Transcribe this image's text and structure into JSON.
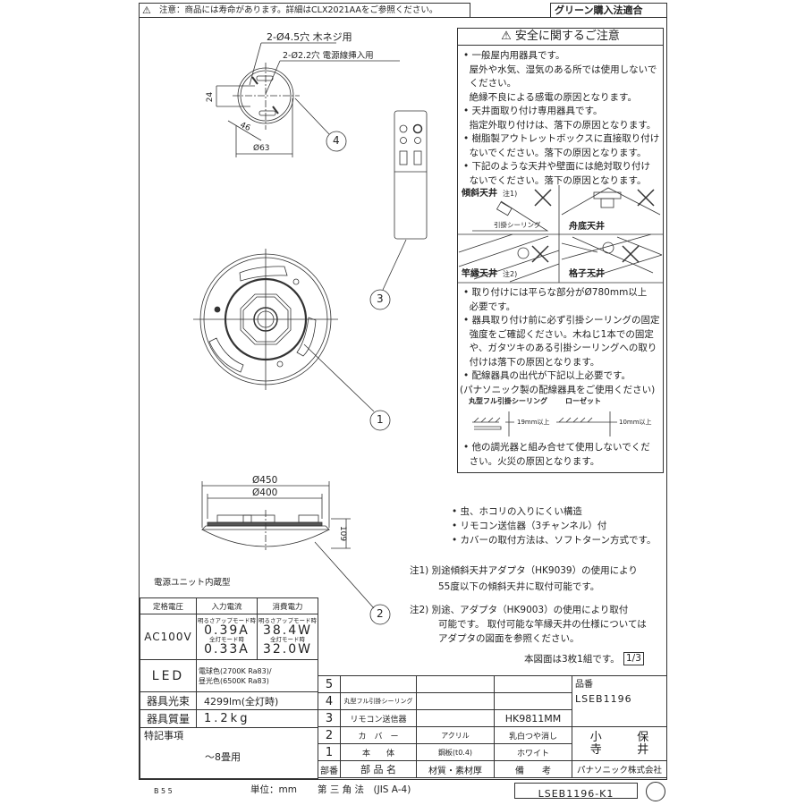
{
  "header": {
    "notice": "注意：商品には寿命があります。詳細はCLX2021AAをご参照ください。",
    "green_label": "グリーン購入法適合"
  },
  "drawing": {
    "hole_label_1": "2-Ø4.5穴 木ネジ用",
    "hole_label_2": "2-Ø2.2穴 電源線挿入用",
    "dim_24": "24",
    "dim_46": "46",
    "dim_63": "Ø63",
    "dim_450": "Ø450",
    "dim_400": "Ø400",
    "dim_109": "109",
    "callouts": [
      "1",
      "2",
      "3",
      "4"
    ]
  },
  "safety": {
    "title": "安全に関するご注意",
    "lines_top": [
      "• 一般屋内用器具です。",
      "  屋外や水気、湿気のある所では使用しないで",
      "  ください。",
      "  絶縁不良による感電の原因となります。",
      "• 天井面取り付け専用器具です。",
      "  指定外取り付けは、落下の原因となります。",
      "• 樹脂製アウトレットボックスに直接取り付け",
      "  ないでください。落下の原因となります。",
      "• 下記のような天井や壁面には絶対取り付け",
      "  ないでください。落下の原因となります。"
    ],
    "ceilings": [
      {
        "name": "傾斜天井",
        "note": "注1)",
        "sub": "引掛シーリング"
      },
      {
        "name": "舟底天井",
        "note": "",
        "sub": ""
      },
      {
        "name": "竿縁天井",
        "note": "注2)",
        "sub": ""
      },
      {
        "name": "格子天井",
        "note": "",
        "sub": ""
      }
    ],
    "lines_bottom": [
      "• 取り付けには平らな部分がØ780mm以上",
      "  必要です。",
      "• 器具取り付け前に必ず引掛シーリングの固定",
      "  強度をご確認ください。木ねじ1本での固定",
      "  や、ガタツキのある引掛シーリングへの取り",
      "  付けは落下の原因となります。",
      "• 配線器具の出代が下記以上必要です。",
      "(パナソニック製の配線器具をご使用ください)"
    ],
    "fitting_1": "丸型フル引掛シーリング",
    "fitting_1_dim": "19mm以上",
    "fitting_2": "ローゼット",
    "fitting_2_dim": "10mm以上",
    "lines_last": [
      "• 他の調光器と組み合せて使用しないでくだ",
      "  さい。火災の原因となります。"
    ]
  },
  "features": [
    "• 虫、ホコリの入りにくい構造",
    "• リモコン送信器（3チャンネル）付",
    "• カバーの取付方法は、ソフトターン方式です。"
  ],
  "notes": {
    "note1_a": "注1) 別途傾斜天井アダプタ（HK9039）の使用により",
    "note1_b": "55度以下の傾斜天井に取付可能です。",
    "note2_a": "注2) 別途、アダプタ（HK9003）の使用により取付",
    "note2_b": "可能です。 取付可能な竿縁天井の仕様については",
    "note2_c": "アダプタの図面を参照ください。",
    "sheet_text": "本図面は3枚1組です。",
    "sheet_no": "1/3"
  },
  "spec": {
    "caption": "電源ユニット内蔵型",
    "h_voltage": "定格電圧",
    "h_current": "入力電流",
    "h_power": "消費電力",
    "voltage": "AC100V",
    "mode_up": "明るさアップモード時",
    "mode_full": "全灯モード時",
    "current_up": "0.39A",
    "current_full": "0.33A",
    "power_up": "38.4W",
    "power_full": "32.0W",
    "led_label": "LED",
    "led_1": "電球色(2700K Ra83)/",
    "led_2": "昼光色(6500K Ra83)",
    "flux_label": "器具光束",
    "flux": "4299lm(全灯時)",
    "mass_label": "器具質量",
    "mass": "1.2kg",
    "remarks_label": "特記事項",
    "remarks": "～8畳用"
  },
  "parts": {
    "rows": [
      {
        "no": "5",
        "name": "",
        "material": "",
        "note": ""
      },
      {
        "no": "4",
        "name": "丸型フル引掛シーリング",
        "material": "",
        "note": ""
      },
      {
        "no": "3",
        "name": "リモコン送信器",
        "material": "",
        "note": "HK9811MM"
      },
      {
        "no": "2",
        "name": "カ　バ　ー",
        "material": "アクリル",
        "note": "乳白つや消し"
      },
      {
        "no": "1",
        "name": "本　　体",
        "material": "鋼板(t0.4)",
        "note": "ホワイト"
      }
    ],
    "header": {
      "no": "部番",
      "name": "部 品 名",
      "material": "材質・素材厚",
      "note": "備　　考",
      "company": "パナソニック株式会社"
    },
    "product_label": "品番",
    "product_no": "LSEB1196",
    "approver_1": "小",
    "approver_2": "寺",
    "approver_3": "保",
    "approver_4": "井"
  },
  "footer": {
    "code": "B 5 5",
    "unit": "単位：mm",
    "projection": "第 三 角 法　(JIS A-4)",
    "drawing_no": "LSEB1196-K1"
  }
}
